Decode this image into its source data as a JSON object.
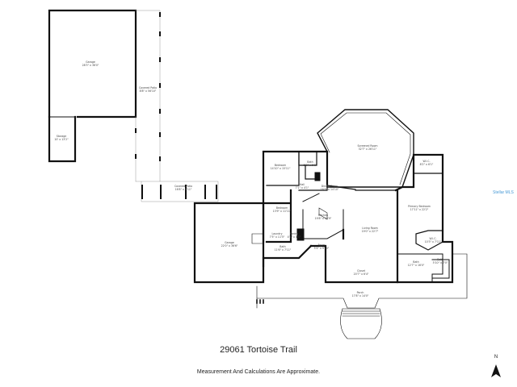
{
  "plan": {
    "address": "29061 Tortoise Trail",
    "disclaimer": "Measurement And Calculations Are Approximate.",
    "north_label": "N",
    "watermark": "Stellar MLS",
    "rooms": [
      {
        "id": "garage-1",
        "name": "Garage",
        "dims": "28'3\" x 36'0\""
      },
      {
        "id": "storage",
        "name": "Storage",
        "dims": "10' x 13'2\""
      },
      {
        "id": "covered-patio-1",
        "name": "Covered Patio",
        "dims": "8'8\" x 56'10\""
      },
      {
        "id": "screened-room",
        "name": "Screened Room",
        "dims": "32'7\" x 26'11\""
      },
      {
        "id": "bedroom-1",
        "name": "Bedroom",
        "dims": "14'10\" x 15'11\""
      },
      {
        "id": "bath-1",
        "name": "Bath",
        "dims": "5'2\" x 5'2\""
      },
      {
        "id": "wic-1",
        "name": "W.I.C.",
        "dims": "8'2\" x 6'1\""
      },
      {
        "id": "covered-patio-2",
        "name": "Covered Patio",
        "dims": "16'8\" x 9'11\""
      },
      {
        "id": "hall",
        "name": "Hall",
        "dims": "7'1\" x 4'1\""
      },
      {
        "id": "dining-room",
        "name": "Dining Room",
        "dims": "16'3\" x 14'10\""
      },
      {
        "id": "bedroom-2",
        "name": "Bedroom",
        "dims": "13'9\" x 11'11\""
      },
      {
        "id": "kitchen",
        "name": "Kitchen",
        "dims": "19'8\" x 13'9\""
      },
      {
        "id": "primary-bedroom",
        "name": "Primary Bedroom",
        "dims": "17'11\" x 22'2\""
      },
      {
        "id": "garage-2",
        "name": "Garage",
        "dims": "22'0\" x 36'6\""
      },
      {
        "id": "living-room",
        "name": "Living Room",
        "dims": "19'0\" x 22'7\""
      },
      {
        "id": "laundry",
        "name": "Laundry",
        "dims": "7'5\" x 11'5\""
      },
      {
        "id": "pantry",
        "name": "Pantry",
        "dims": "4'1\" x 4'1\""
      },
      {
        "id": "wic-2",
        "name": "W.I.C.",
        "dims": "10'3\" x 7'11\""
      },
      {
        "id": "foyer",
        "name": "Foyer",
        "dims": "5'4\" x 9'10\""
      },
      {
        "id": "bath-2",
        "name": "Bath",
        "dims": "11'6\" x 7'11\""
      },
      {
        "id": "bath-3",
        "name": "Bath",
        "dims": "12'7\" x 16'0\""
      },
      {
        "id": "bath-4",
        "name": "Bath",
        "dims": "5'10\" x 7'0\""
      },
      {
        "id": "closet",
        "name": "Closet",
        "dims": "20'7\" x 6'4\""
      },
      {
        "id": "porch",
        "name": "Porch",
        "dims": "17'8\" x 14'0\""
      }
    ]
  }
}
